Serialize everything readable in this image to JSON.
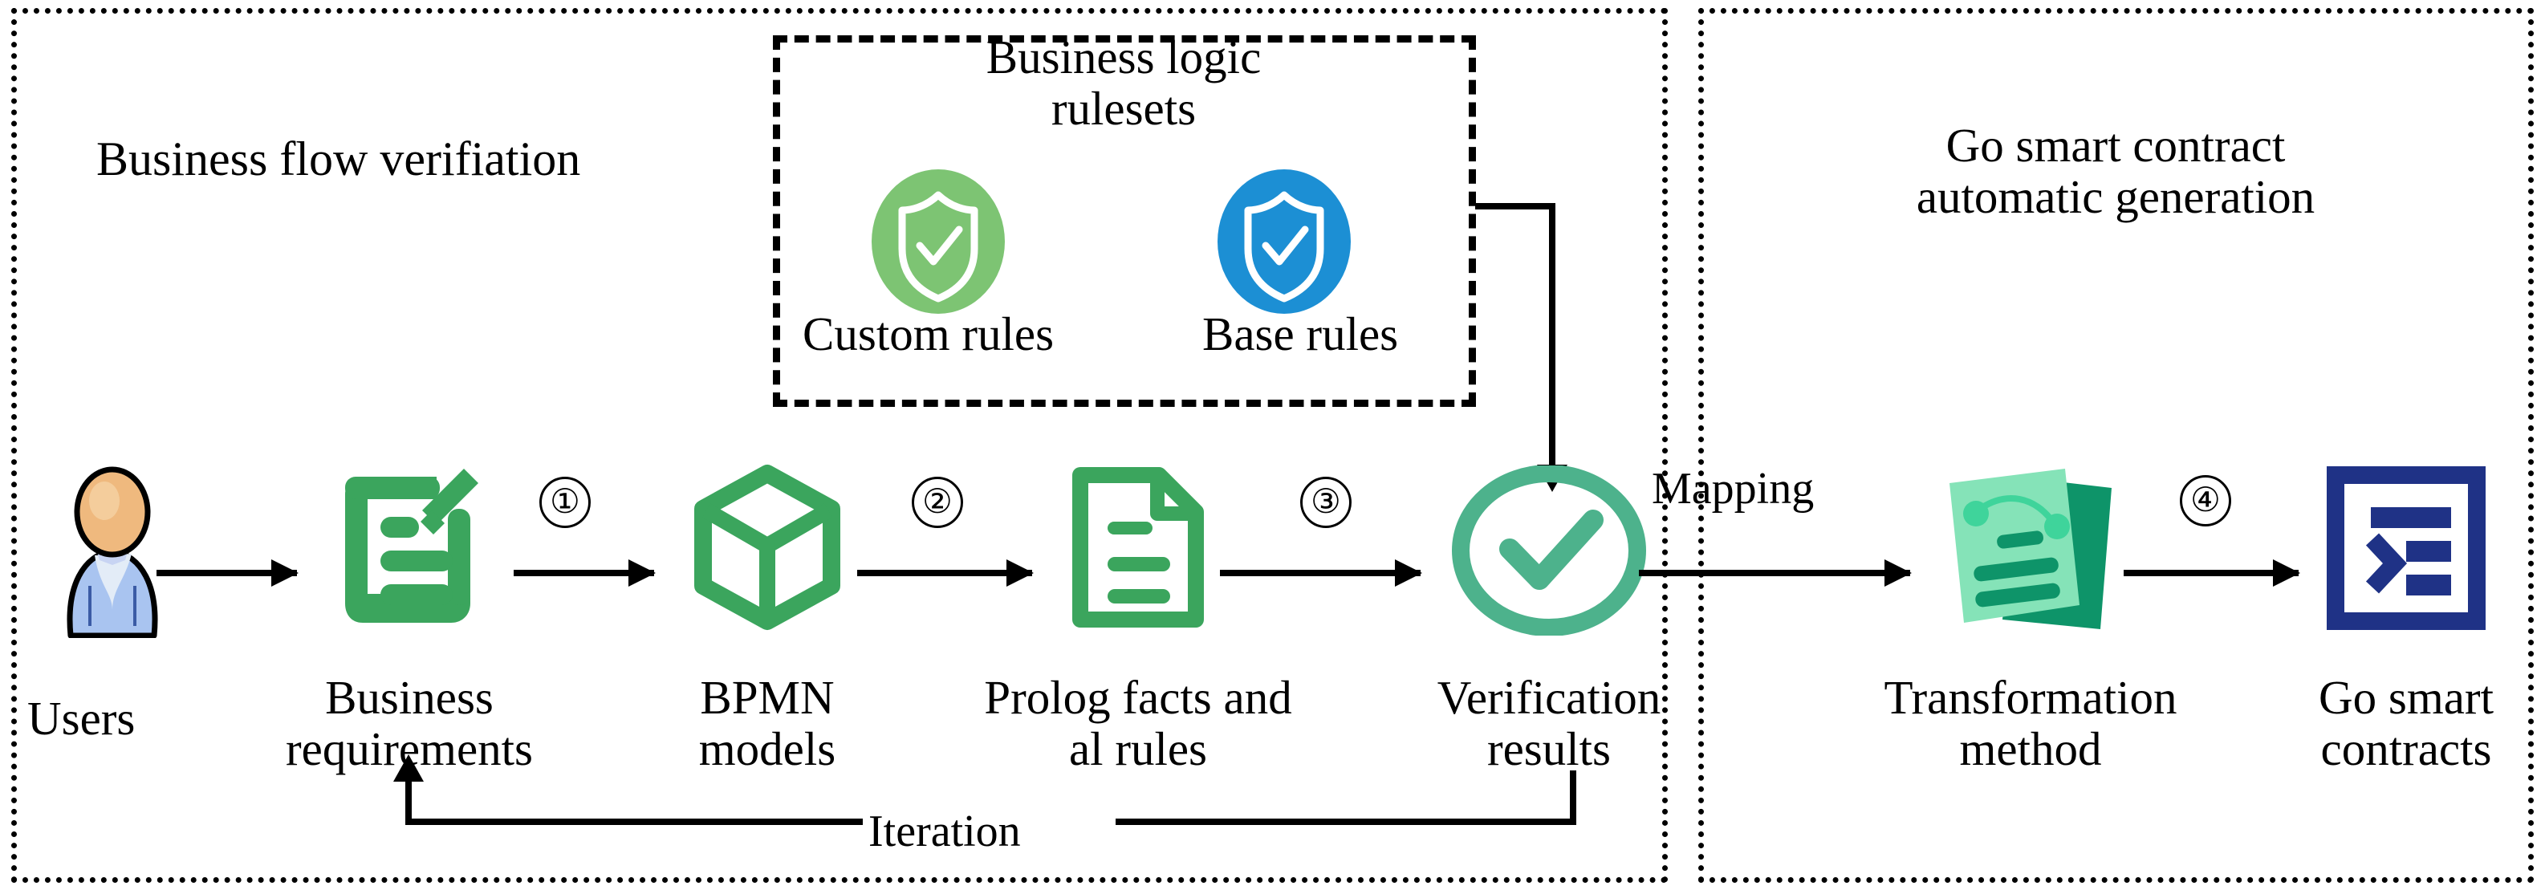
{
  "figure": {
    "type": "flow-diagram",
    "panels": [
      {
        "id": "left",
        "title": "Business flow verifiation"
      },
      {
        "id": "right",
        "title_line1": "Go smart contract",
        "title_line2": "automatic generation"
      }
    ]
  },
  "rulesets": {
    "title_line1": "Business logic",
    "title_line2": "rulesets",
    "items": [
      {
        "label": "Custom rules",
        "color": "#7DC473",
        "icon": "shield-check-icon"
      },
      {
        "label": "Base rules",
        "color": "#1C8FD4",
        "icon": "shield-check-icon"
      }
    ]
  },
  "pipeline": {
    "nodes": [
      {
        "id": "users",
        "label_line1": "Users",
        "label_line2": "",
        "icon": "user-person-icon"
      },
      {
        "id": "requirements",
        "label_line1": "Business",
        "label_line2": "requirements",
        "icon": "document-pencil-icon",
        "color": "#3BA55D"
      },
      {
        "id": "bpmn",
        "label_line1": "BPMN",
        "label_line2": "models",
        "icon": "cube-box-icon",
        "color": "#3BA55D"
      },
      {
        "id": "prolog",
        "label_line1": "Prolog facts and",
        "label_line2": "al rules",
        "icon": "document-lines-icon",
        "color": "#3BA55D"
      },
      {
        "id": "verification",
        "label_line1": "Verification",
        "label_line2": "results",
        "icon": "check-circle-icon",
        "color": "#4DB28C"
      },
      {
        "id": "transformation",
        "label_line1": "Transformation",
        "label_line2": "method",
        "icon": "document-stack-icon",
        "color": "#85E3B8"
      },
      {
        "id": "contracts",
        "label_line1": "Go smart",
        "label_line2": "contracts",
        "icon": "code-window-icon",
        "color": "#1F3286"
      }
    ],
    "step_markers": [
      "①",
      "②",
      "③",
      "④"
    ],
    "edge_labels": {
      "mapping": "Mapping",
      "iteration": "Iteration"
    }
  },
  "colors": {
    "green": "#3BA55D",
    "teal": "#4DB28C",
    "mint_light": "#85E3B8",
    "mint_dark": "#0E9469",
    "blue": "#1C8FD4",
    "light_green": "#7DC473",
    "navy": "#1F3286",
    "stroke": "#000000",
    "skin": "#EFB97E",
    "shirt": "#A9C4F0"
  }
}
